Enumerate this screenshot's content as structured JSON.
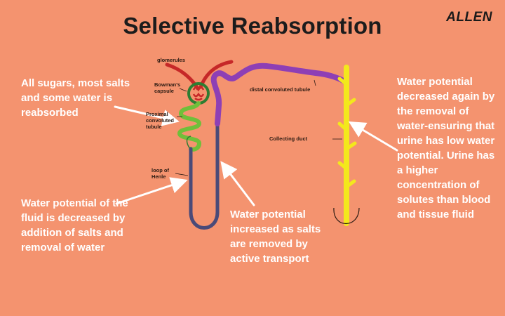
{
  "title": "Selective Reabsorption",
  "brand": "ALLEN",
  "labels": {
    "glomerules": "glomerules",
    "bowmans_1": "Bowman's",
    "bowmans_2": "capsule",
    "pct_1": "Proximal",
    "pct_2": "convoluted",
    "pct_3": "tubule",
    "dct": "distal convoluted tubule",
    "collecting_duct": "Collecting duct",
    "loop_1": "loop of",
    "loop_2": "Henle"
  },
  "notes": {
    "left_top": "All sugars, most salts and some water is reabsorbed",
    "left_bottom": "Water potential of the fluid is decreased by addition of salts and removal of water",
    "middle_bottom": "Water potential increased as salts are removed by active transport",
    "right": "Water potential decreased again by the removal of water-ensuring that urine has low water potential. Urine has a higher concentration of solutes than blood and tissue fluid"
  },
  "colors": {
    "background": "#f4936f",
    "glomerulus": "#c62828",
    "bowmans": "#2e7d32",
    "pct": "#6fbf3a",
    "loop": "#4a4a78",
    "dct": "#8e3fb5",
    "collecting_duct": "#f3e81c"
  }
}
